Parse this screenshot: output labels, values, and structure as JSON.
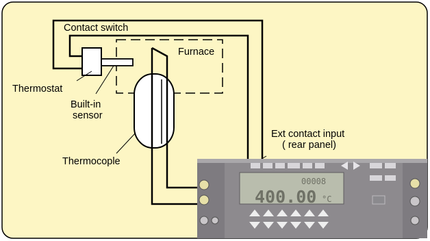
{
  "colors": {
    "background": "#fdf6c4",
    "border": "#000000",
    "panel_body": "#8d8a8e",
    "lcd": "#b9bdad"
  },
  "labels": {
    "contact_switch": "Contact switch",
    "furnace": "Furnace",
    "thermostat": "Thermostat",
    "builtin_sensor_line1": "Built-in",
    "builtin_sensor_line2": "sensor",
    "thermocouple": "Thermocople",
    "ext_input_line1": "Ext contact input",
    "ext_input_line2": "( rear panel)"
  },
  "panel": {
    "lcd_top": "00008",
    "lcd_main": "400.00",
    "lcd_unit": "°C"
  }
}
